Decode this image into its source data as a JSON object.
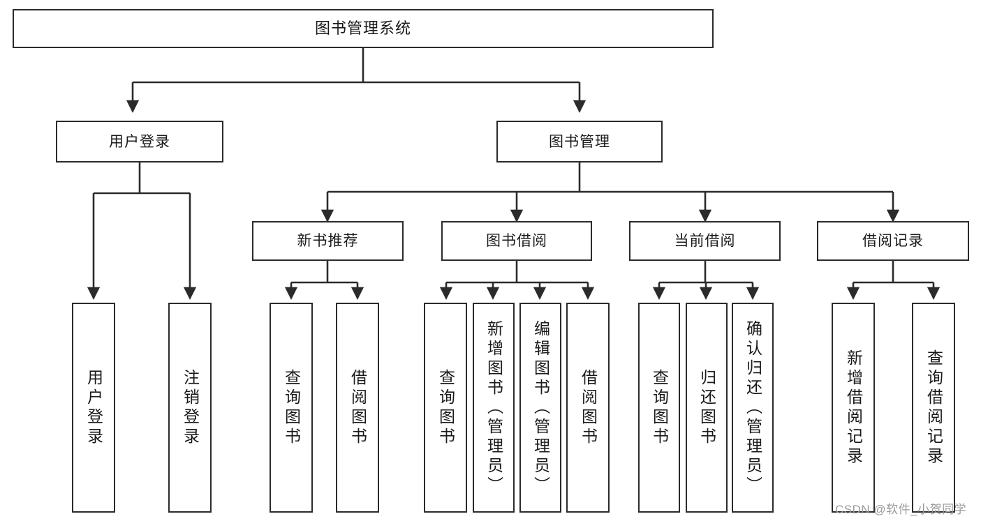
{
  "diagram": {
    "title": "图书管理系统",
    "type": "tree",
    "watermark": "CSDN @软件_小贺同学",
    "colors": {
      "stroke": "#2b2b2b",
      "fill": "#ffffff",
      "text": "#1a1a1a",
      "watermark": "#9a9a9a"
    },
    "nodes": {
      "root": {
        "label": "图书管理系统"
      },
      "level2": [
        {
          "label": "用户登录"
        },
        {
          "label": "图书管理"
        }
      ],
      "level3": [
        {
          "label": "新书推荐"
        },
        {
          "label": "图书借阅"
        },
        {
          "label": "当前借阅"
        },
        {
          "label": "借阅记录"
        }
      ],
      "leaves_user_login": [
        {
          "label": "用户登录"
        },
        {
          "label": "注销登录"
        }
      ],
      "leaves_new_book": [
        {
          "label": "查询图书"
        },
        {
          "label": "借阅图书"
        }
      ],
      "leaves_borrow": [
        {
          "label": "查询图书"
        },
        {
          "label": "新增图书（管理员）"
        },
        {
          "label": "编辑图书（管理员）"
        },
        {
          "label": "借阅图书"
        }
      ],
      "leaves_current": [
        {
          "label": "查询图书"
        },
        {
          "label": "归还图书"
        },
        {
          "label": "确认归还（管理员）"
        }
      ],
      "leaves_record": [
        {
          "label": "新增借阅记录"
        },
        {
          "label": "查询借阅记录"
        }
      ]
    }
  }
}
